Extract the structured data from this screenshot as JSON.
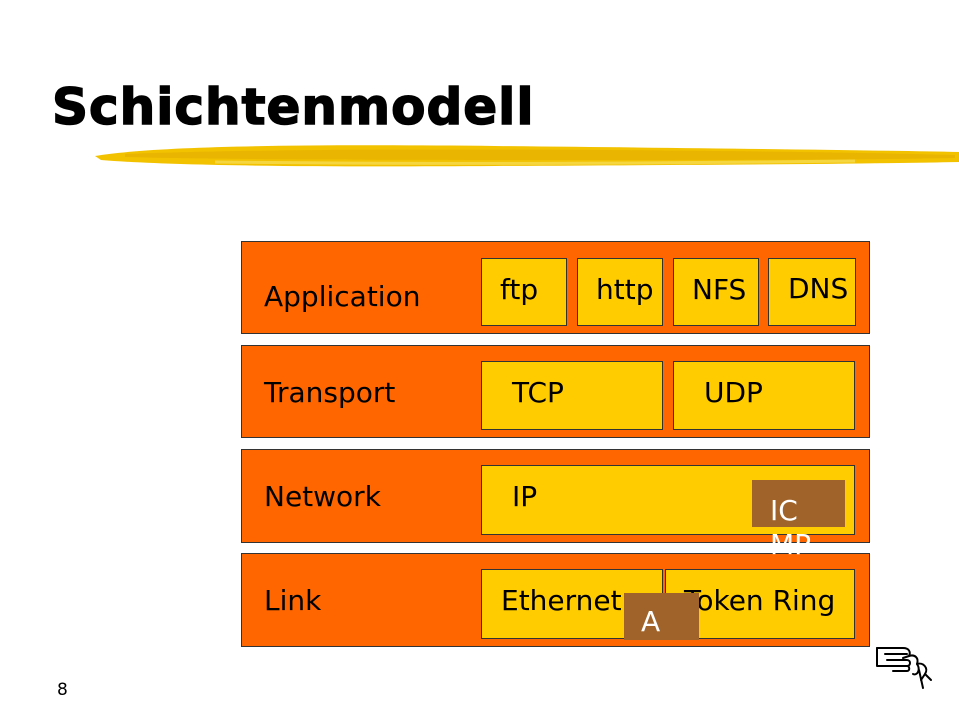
{
  "title": "Schichtenmodell",
  "page_number": "8",
  "layers": {
    "application": {
      "label": "Application",
      "protocols": [
        "ftp",
        "http",
        "NFS",
        "DNS"
      ]
    },
    "transport": {
      "label": "Transport",
      "protocols": [
        "TCP",
        "UDP"
      ]
    },
    "network": {
      "label": "Network",
      "protocols": [
        "IP"
      ],
      "overlay": "IC\nMP"
    },
    "link": {
      "label": "Link",
      "protocols": [
        "Ethernet",
        "Token Ring"
      ],
      "overlay": "A"
    }
  },
  "colors": {
    "layer_fill": "#ff6600",
    "box_fill": "#ffcc00",
    "overlay_fill": "#a0642a",
    "underline": "#f2c200"
  }
}
